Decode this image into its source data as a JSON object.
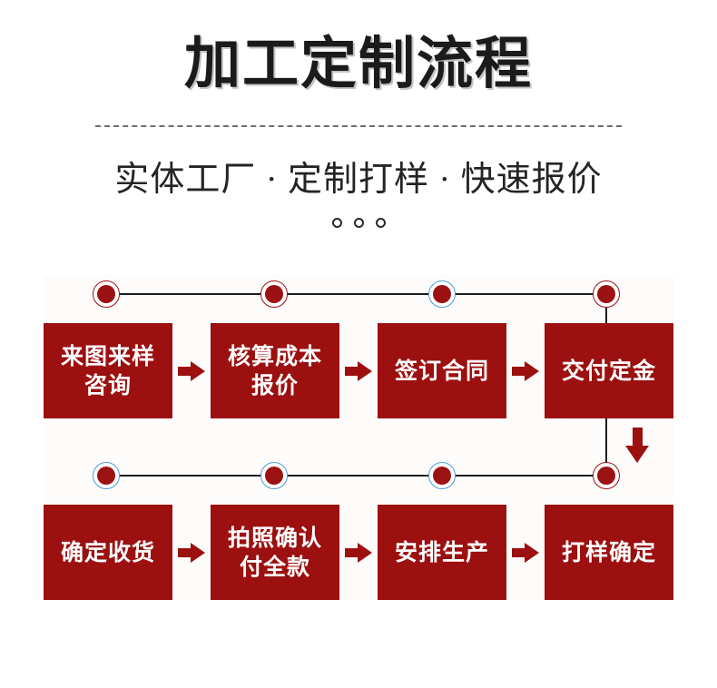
{
  "header": {
    "title": "加工定制流程",
    "subtitle": "实体工厂 · 定制打样 · 快速报价",
    "ornament_dots": 3
  },
  "colors": {
    "box_red": "#9c1010",
    "dot_red": "#9c1212",
    "dot_ring_blue": "#4e9bd8",
    "rail_dark": "#1c1c1c",
    "panel_bg": "#fdfcfb",
    "title_text": "#1b1b1b",
    "divider": "#6e6e6e"
  },
  "flow": {
    "rows": [
      {
        "id": "row-1",
        "nodes": [
          {
            "ring": "red"
          },
          {
            "ring": "red"
          },
          {
            "ring": "blue"
          },
          {
            "ring": "red"
          }
        ],
        "steps": [
          {
            "lines": [
              "来图来样",
              "咨询"
            ]
          },
          {
            "lines": [
              "核算成本",
              "报价"
            ]
          },
          {
            "lines": [
              "签订合同"
            ]
          },
          {
            "lines": [
              "交付定金"
            ]
          }
        ]
      },
      {
        "id": "row-2",
        "nodes": [
          {
            "ring": "blue"
          },
          {
            "ring": "blue"
          },
          {
            "ring": "blue"
          },
          {
            "ring": "red"
          }
        ],
        "steps": [
          {
            "lines": [
              "确定收货"
            ]
          },
          {
            "lines": [
              "拍照确认",
              "付全款"
            ]
          },
          {
            "lines": [
              "安排生产"
            ]
          },
          {
            "lines": [
              "打样确定"
            ]
          }
        ]
      }
    ]
  }
}
